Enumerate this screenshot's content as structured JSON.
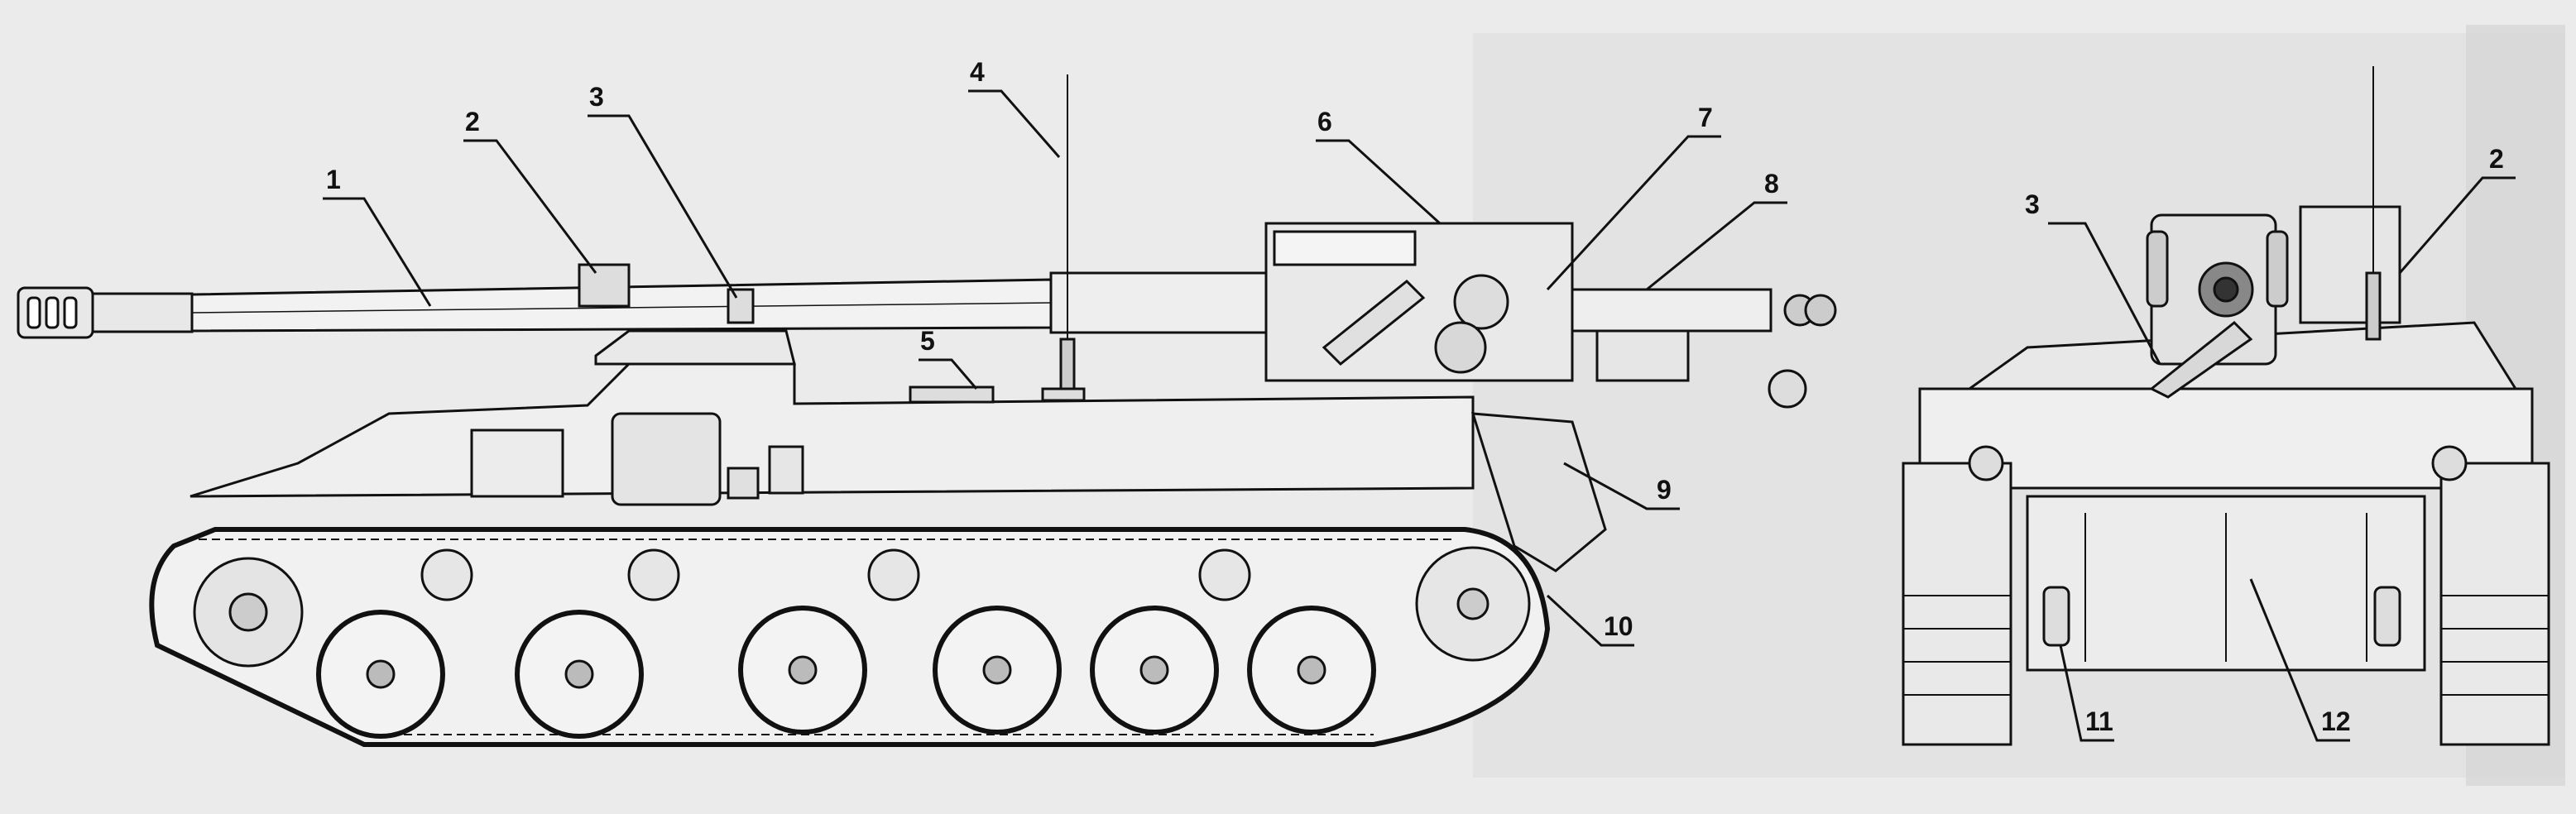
{
  "figure": {
    "side_view": {
      "callouts": [
        {
          "number": "1"
        },
        {
          "number": "2"
        },
        {
          "number": "3"
        },
        {
          "number": "4"
        },
        {
          "number": "5"
        },
        {
          "number": "6"
        },
        {
          "number": "7"
        },
        {
          "number": "8"
        },
        {
          "number": "9"
        },
        {
          "number": "10"
        }
      ]
    },
    "rear_view": {
      "callouts": [
        {
          "number": "2"
        },
        {
          "number": "3"
        },
        {
          "number": "11"
        },
        {
          "number": "12"
        }
      ]
    }
  },
  "colors": {
    "paper": "#ebebeb",
    "ink": "#111111",
    "shade": "#cfcfcf"
  }
}
